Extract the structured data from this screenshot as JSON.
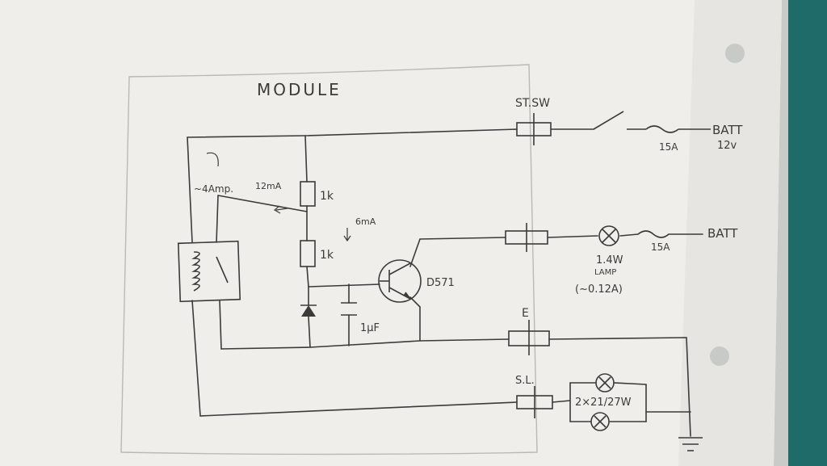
{
  "diagram": {
    "module_title": "MODULE",
    "components": {
      "ignition_switch": "ST.SW",
      "fuse_top": "15A",
      "battery_top": "BATT",
      "battery_top_voltage": "12v",
      "fuse_mid": "15A",
      "battery_mid": "BATT",
      "lamp_power": "1.4W",
      "lamp_word": "LAMP",
      "lamp_current": "(~0.12A)",
      "transistor": "D571",
      "resistor_top": "1k",
      "resistor_bottom": "1k",
      "capacitor": "1µF",
      "relay_current": "~4Amp.",
      "current_12ma": "12mA",
      "current_6ma": "6mA",
      "earth_label": "E",
      "stop_light_label": "S.L.",
      "stop_lamps": "2×21/27W"
    }
  },
  "colors": {
    "ink": "#3b3b3b",
    "paper": "#efeeea",
    "desk": "#2c3a3f",
    "teal": "#1f6b6a"
  }
}
